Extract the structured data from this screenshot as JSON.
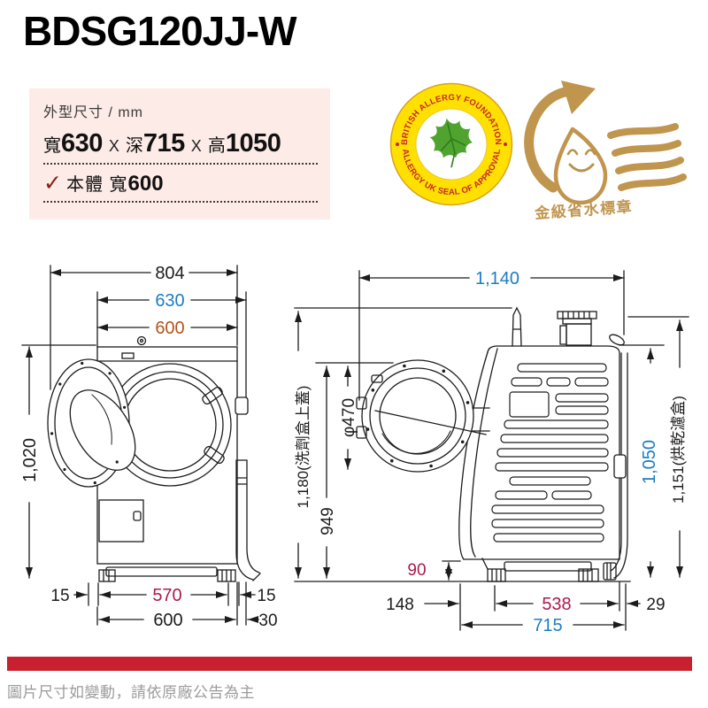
{
  "page": {
    "title": "BDSG120JJ-W",
    "footer_note": "圖片尺寸如變動，請依原廠公告為主"
  },
  "spec_box": {
    "heading": "外型尺寸 / mm",
    "width_label": "寬",
    "width_value": "630",
    "times1": "X",
    "depth_label": "深",
    "depth_value": "715",
    "times2": "X",
    "height_label": "高",
    "height_value": "1050",
    "check": "✓",
    "body_label": "本體 寬",
    "body_value": "600"
  },
  "badges": {
    "allergy": {
      "arc_top": "BRITISH ALLERGY FOUNDATION",
      "arc_bottom": "ALLERGY UK SEAL OF APPROVAL"
    },
    "water": {
      "caption": "金級省水標章"
    }
  },
  "front_view": {
    "width_total": "804",
    "width_incl_hose": "630",
    "width_body": "600",
    "height_body": "1,020",
    "left_gap": "15",
    "feet_span": "570",
    "right_gap": "15",
    "base_width": "600",
    "hose_offset": "30"
  },
  "side_view": {
    "depth_door_open": "1,140",
    "lid_height": "1,180(洗劑盒上蓋)",
    "door_top_height": "949",
    "door_diameter": "φ470",
    "body_height": "1,050",
    "filter_height": "1,151(烘乾濾盒)",
    "foot_height": "90",
    "front_offset": "148",
    "feet_span": "538",
    "rear_offset": "29",
    "body_depth": "715"
  },
  "colors": {
    "dim_blue": "#1b7dc2",
    "dim_brown": "#b35419",
    "dim_magenta": "#ab1a4d",
    "line_black": "#1c1c1c",
    "panel_pink": "#fcebe7",
    "bar_red": "#c8202e",
    "badge_yellow": "#ffe000",
    "badge_text_red": "#c62631",
    "leaf_green": "#4fa32e",
    "badge_gold": "#c0954e",
    "check_red": "#8c1d12",
    "note_gray": "#9b9b9b"
  }
}
